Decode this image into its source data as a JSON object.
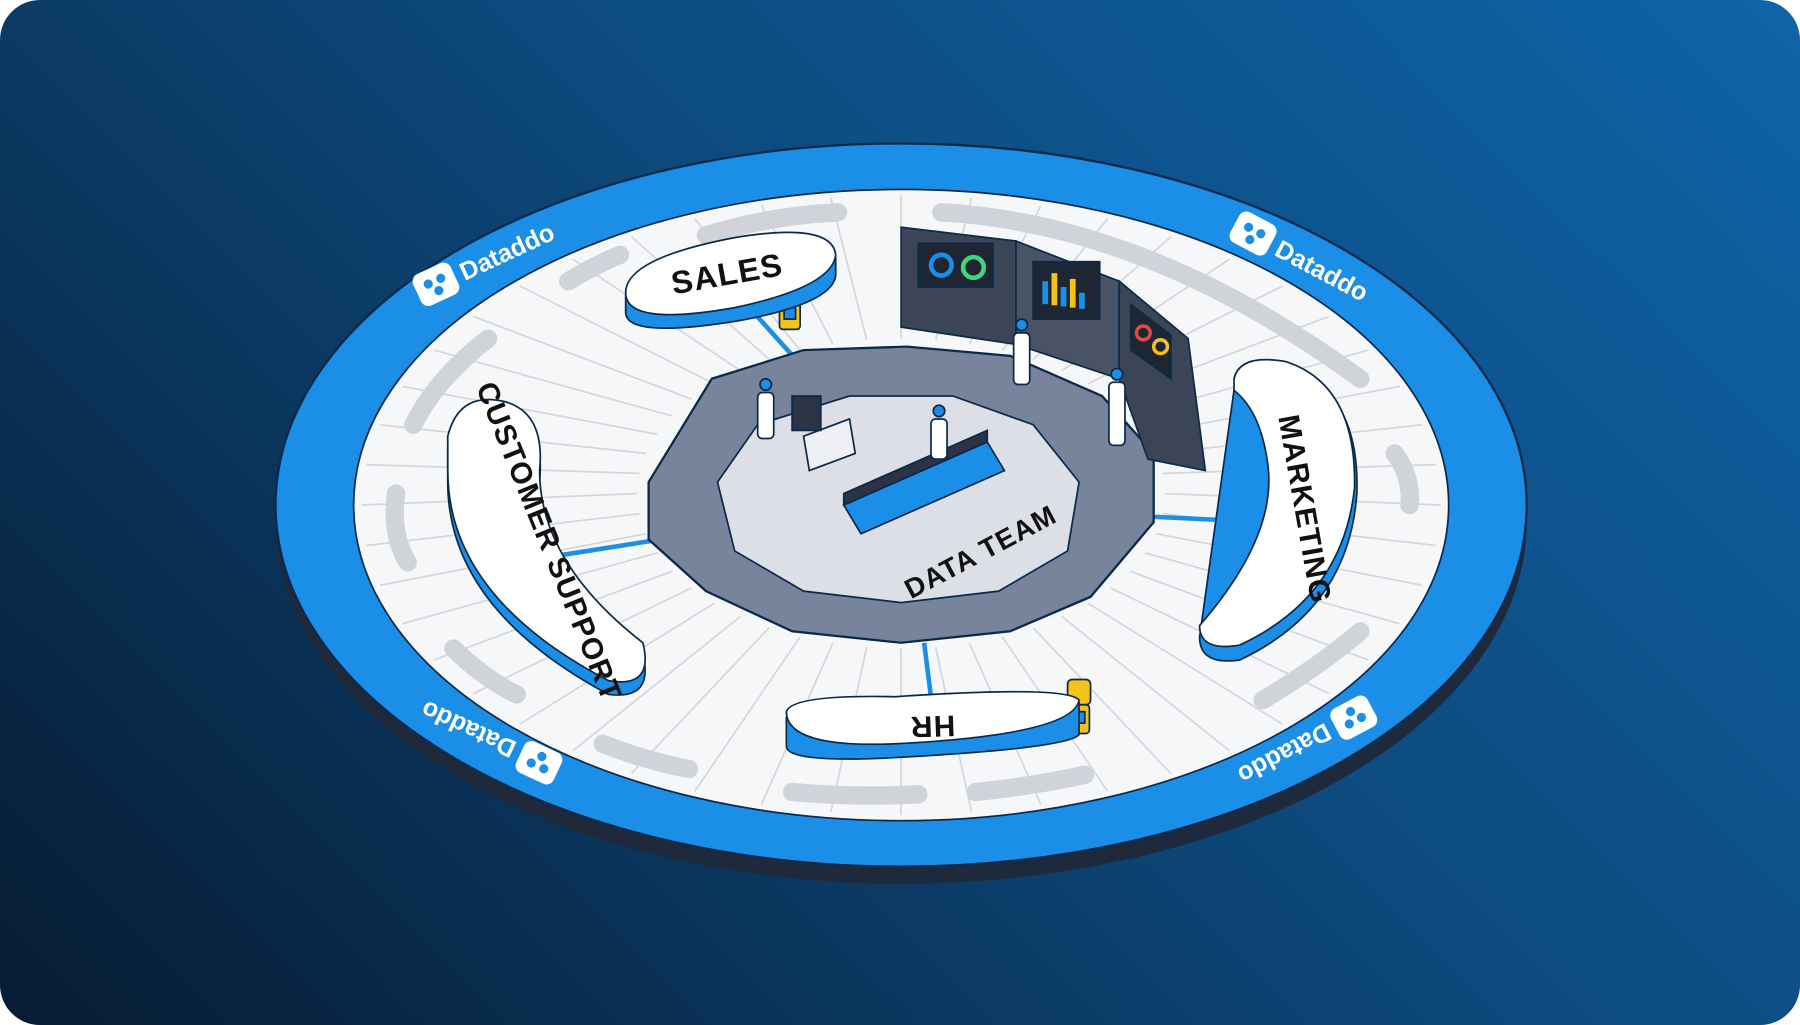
{
  "brand": {
    "name": "Dataddo",
    "logo_icon": "dataddo-logo-icon"
  },
  "center": {
    "label": "DATA TEAM"
  },
  "departments": [
    {
      "label": "SALES"
    },
    {
      "label": "MARKETING"
    },
    {
      "label": "CUSTOMER SUPPORT"
    },
    {
      "label": "HR"
    }
  ],
  "colors": {
    "background_start": "#0f64a8",
    "background_end": "#071c33",
    "ring_blue": "#1b8fe8",
    "platform": "#f5f6f8",
    "hub_gray": "#77849c",
    "robot_yellow": "#f5c21b"
  }
}
